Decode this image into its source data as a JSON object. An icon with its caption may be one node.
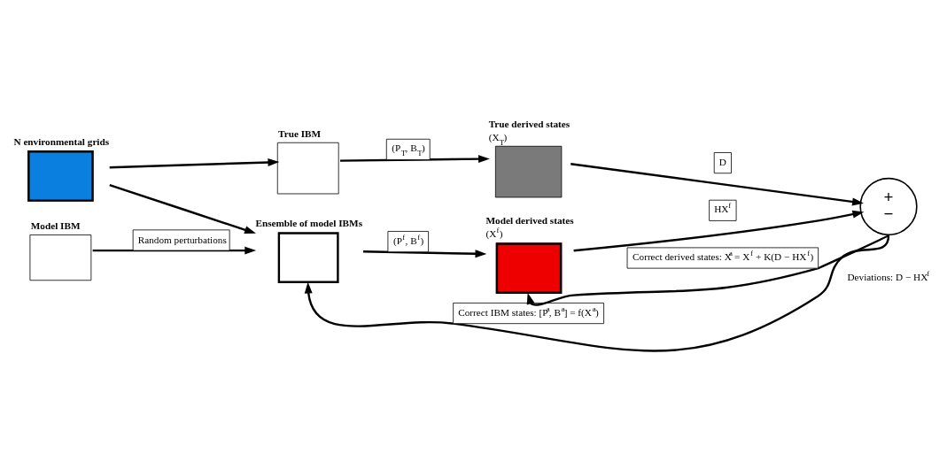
{
  "diagram": {
    "nodes": [
      {
        "text": [
          "N environmental grids"
        ]
      },
      {
        "text": [
          "True IBM"
        ]
      },
      {
        "text": [
          "True derived states",
          "(X$_{T}$)"
        ]
      },
      {
        "text": [
          "Ensemble of model IBMs"
        ]
      },
      {
        "text": [
          "Model IBM"
        ]
      },
      {
        "text": [
          "Model derived states",
          "(X$^{f}$)"
        ]
      },
      {
        "text": [
          "+",
          "−"
        ],
        "beside": [
          "Deviations: D − HX$^{f}$"
        ]
      }
    ],
    "edges": [
      {
        "from": 0,
        "to": 1,
        "arrow": "to"
      },
      {
        "from": 0,
        "to": 3,
        "arrow": "to"
      },
      {
        "from": 4,
        "to": 3,
        "arrow": "to",
        "label": "Random perturbations"
      },
      {
        "from": 1,
        "to": 2,
        "arrow": "to",
        "label": "(P$_{T}$, B$_{T}$)"
      },
      {
        "from": 3,
        "to": 5,
        "arrow": "to",
        "label": "(P$^{f}$, B$^{f}$)"
      },
      {
        "from": 2,
        "to": 6,
        "arrow": "to",
        "label": "D"
      },
      {
        "from": 5,
        "to": 6,
        "arrow": "to",
        "label": "HX$^{f}$"
      },
      {
        "from": 6,
        "to": 3,
        "arrow": "to",
        "label": "Correct IBM states: [P$^{a}$, B$^{a}$] = f(X$^{a}$)"
      },
      {
        "from": 6,
        "to": 5,
        "arrow": "to",
        "label": "Correct derived states: X$^{a}$ = X$^{f}$ + K(D − HX$^{f}$)"
      }
    ]
  }
}
